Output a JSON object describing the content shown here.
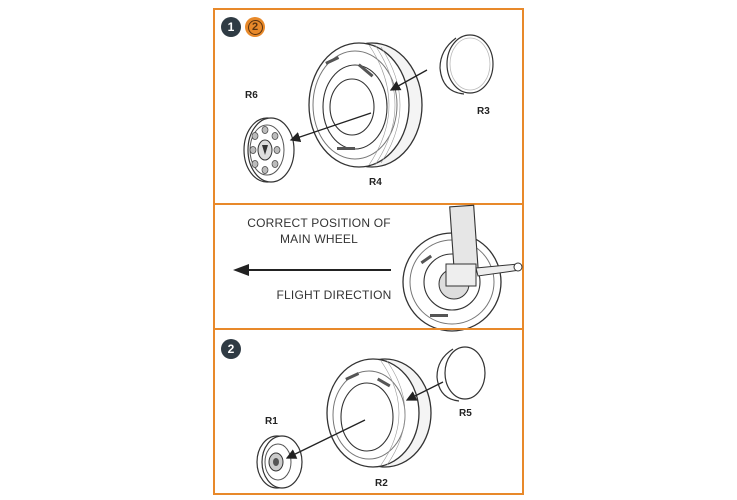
{
  "accent_color": "#e8892a",
  "badge_color": "#2f3b44",
  "step1": {
    "badge": "1",
    "alt_badge": "2",
    "labels": {
      "r6": "R6",
      "r4": "R4",
      "r3": "R3"
    }
  },
  "middle": {
    "position_note_line1": "CORRECT POSITION OF",
    "position_note_line2": "MAIN WHEEL",
    "flight_direction": "FLIGHT DIRECTION"
  },
  "step2": {
    "badge": "2",
    "labels": {
      "r1": "R1",
      "r2": "R2",
      "r5": "R5"
    }
  }
}
